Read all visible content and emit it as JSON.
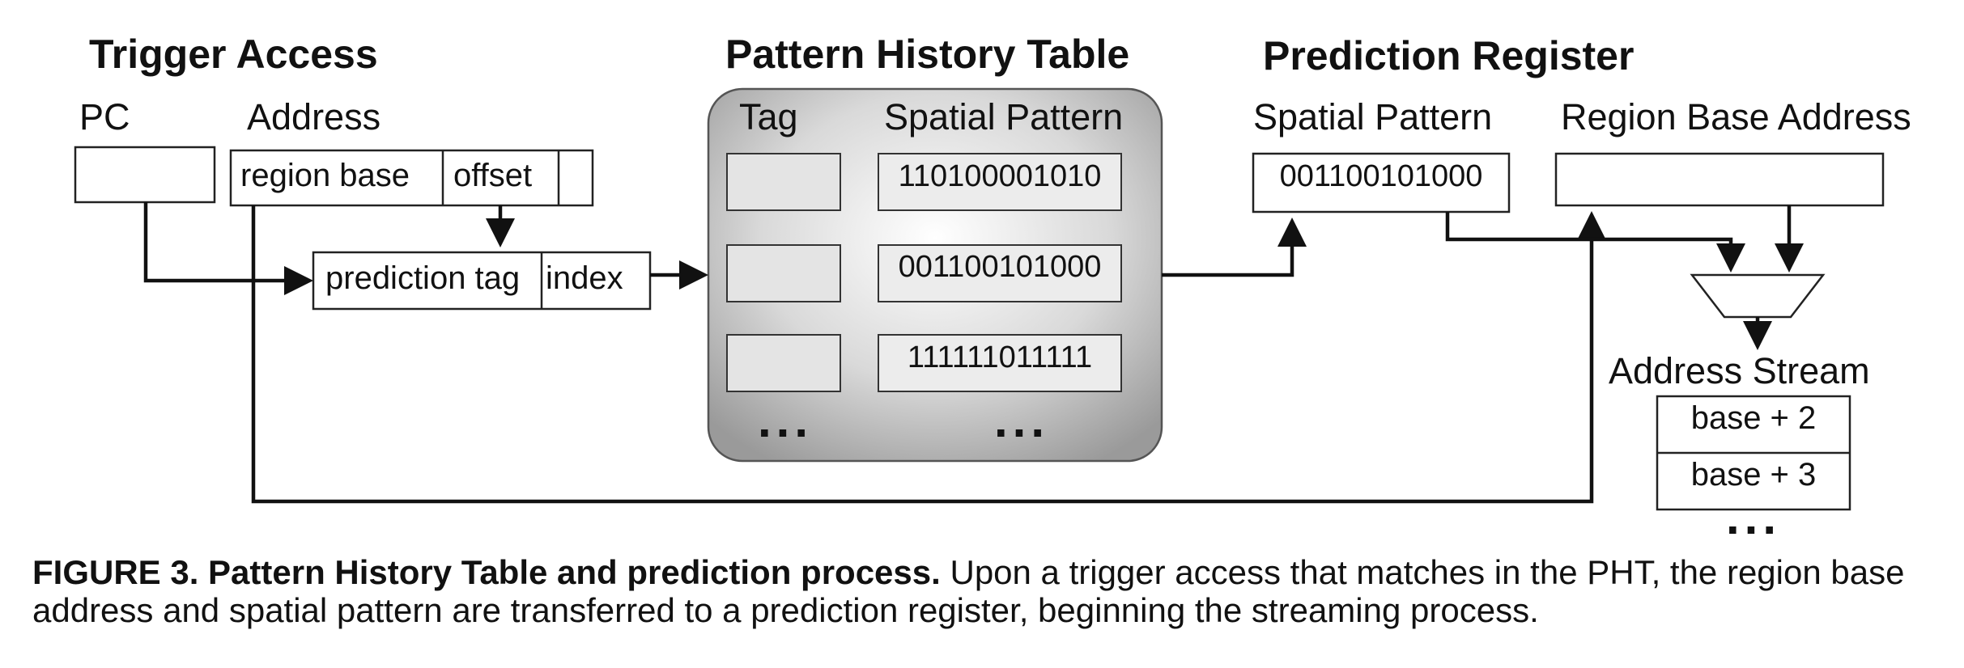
{
  "trigger": {
    "heading": "Trigger Access",
    "pc_label": "PC",
    "address_label": "Address",
    "region_base": "region base",
    "offset": "offset",
    "prediction_tag": "prediction tag",
    "index": "index"
  },
  "pht": {
    "heading": "Pattern History Table",
    "tag_header": "Tag",
    "pattern_header": "Spatial Pattern",
    "patterns": [
      "110100001010",
      "001100101000",
      "111111011111"
    ],
    "ellipsis": "..."
  },
  "prediction_register": {
    "heading": "Prediction Register",
    "spatial_pattern_label": "Spatial Pattern",
    "spatial_pattern_value": "001100101000",
    "region_base_label": "Region Base Address"
  },
  "address_stream": {
    "heading": "Address Stream",
    "entries": [
      "base + 2",
      "base + 3"
    ],
    "ellipsis": "..."
  },
  "caption": {
    "bold": "FIGURE 3. Pattern History Table and prediction process.",
    "text": " Upon a trigger access that matches in the PHT, the region base address and spatial pattern are transferred to a prediction register, beginning the streaming process."
  }
}
